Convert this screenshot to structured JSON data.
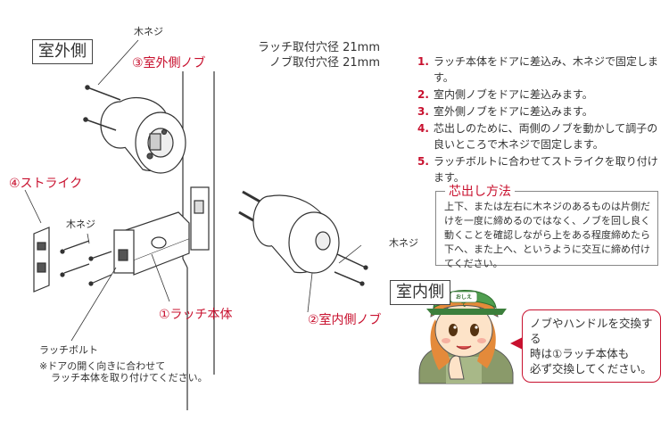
{
  "title_outdoor": "室外側",
  "title_indoor": "室内側",
  "spec": {
    "latch_hole": "ラッチ取付穴径 21mm",
    "knob_hole": "ノブ取付穴径 21mm"
  },
  "parts": {
    "outer_knob": "③室外側ノブ",
    "inner_knob": "②室内側ノブ",
    "latch_body": "①ラッチ本体",
    "strike": "④ストライク",
    "wood_screw": "木ネジ",
    "latch_bolt": "ラッチボルト"
  },
  "note": {
    "line1": "※ドアの開く向きに合わせて",
    "line2": "ラッチ本体を取り付けてください。"
  },
  "steps": [
    {
      "num": "1.",
      "text": "ラッチ本体をドアに差込み、木ネジで固定します。"
    },
    {
      "num": "2.",
      "text": "室内側ノブをドアに差込みます。"
    },
    {
      "num": "3.",
      "text": "室外側ノブをドアに差込みます。"
    },
    {
      "num": "4.",
      "text": "芯出しのために、両側のノブを動かして調子の良いところで木ネジで固定します。"
    },
    {
      "num": "5.",
      "text": "ラッチボルトに合わせてストライクを取り付けます。"
    }
  ],
  "centering": {
    "title": "芯出し方法",
    "body": "上下、または左右に木ネジのあるものは片側だけを一度に締めるのではなく、ノブを回し良く動くことを確認しながら上をある程度締めたら下へ、また上へ、というように交互に締め付けてください。"
  },
  "bubble": {
    "line1": "ノブやハンドルを交換する",
    "line2": "時は①ラッチ本体も",
    "line3": "必ず交換してください。"
  },
  "cap_text": "おしえて"
}
